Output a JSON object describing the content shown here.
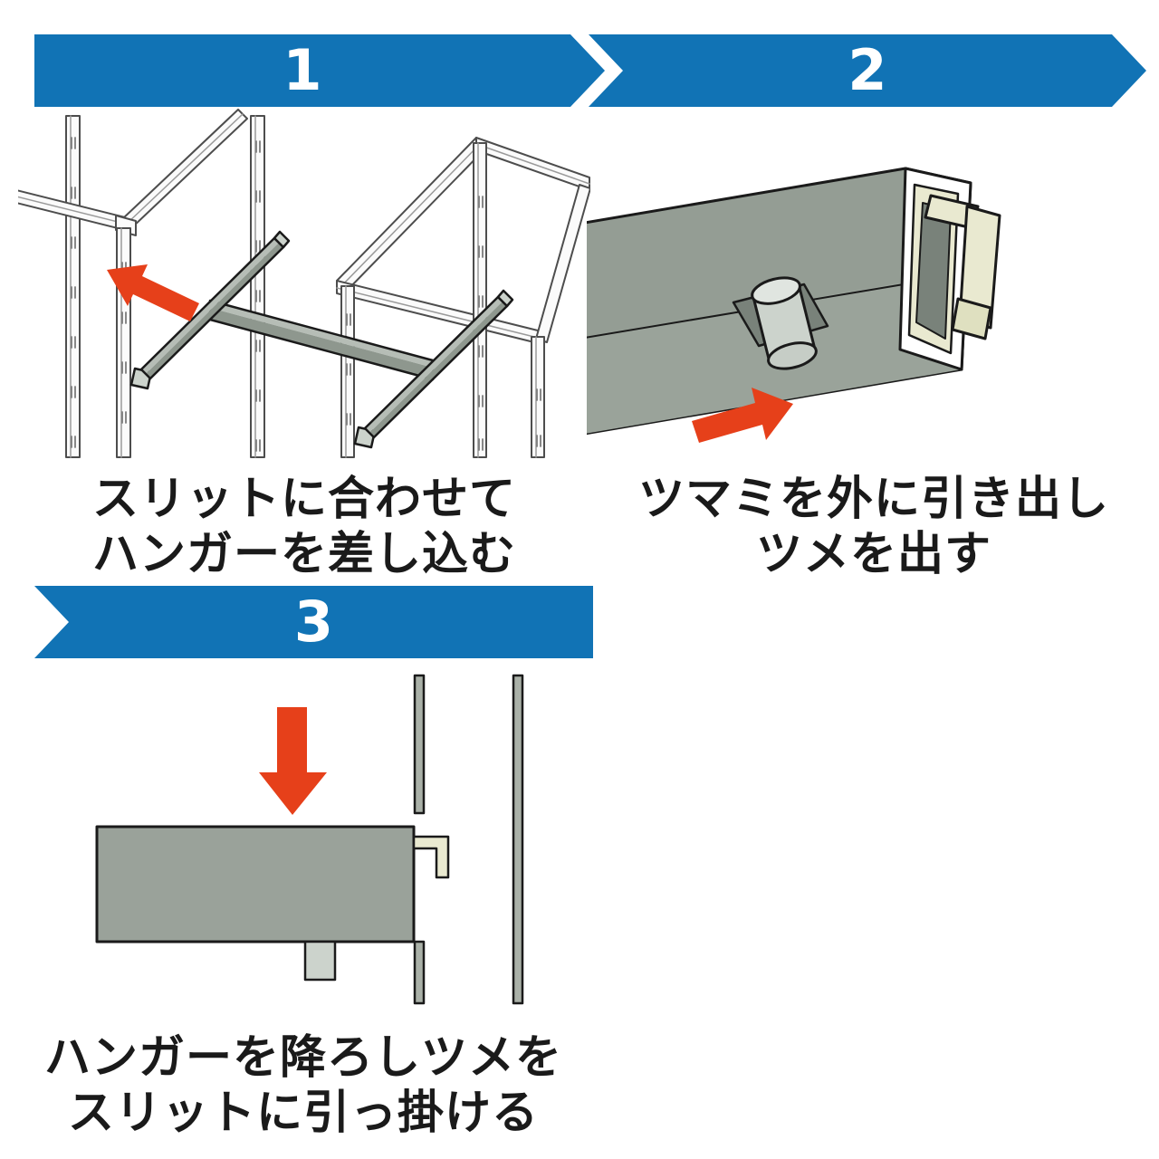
{
  "document": {
    "type": "assembly-instructions",
    "language": "ja",
    "background": "#ffffff"
  },
  "colors": {
    "banner_blue": "#1173b5",
    "arrow_red": "#e6401a",
    "caption_text": "#1a1a1a",
    "frame_white": "#fbfbfb",
    "frame_outline": "#4d4d4d",
    "hanger_dark": "#8e978e",
    "hanger_light": "#b6bdb6",
    "end_cap_gray": "#ccd3cc",
    "claw_cream": "#e9e9d0",
    "tube_interior": "#79827a",
    "bar_gray": "#9aa29a",
    "knob_gray": "#ccd3cc"
  },
  "steps": [
    {
      "number": "1",
      "caption": [
        "スリットに合わせて",
        "ハンガーを差し込む"
      ]
    },
    {
      "number": "2",
      "caption": [
        "ツマミを外に引き出し",
        "ツメを出す"
      ]
    },
    {
      "number": "3",
      "caption": [
        "ハンガーを降ろしツメを",
        "スリットに引っ掛ける"
      ]
    }
  ]
}
